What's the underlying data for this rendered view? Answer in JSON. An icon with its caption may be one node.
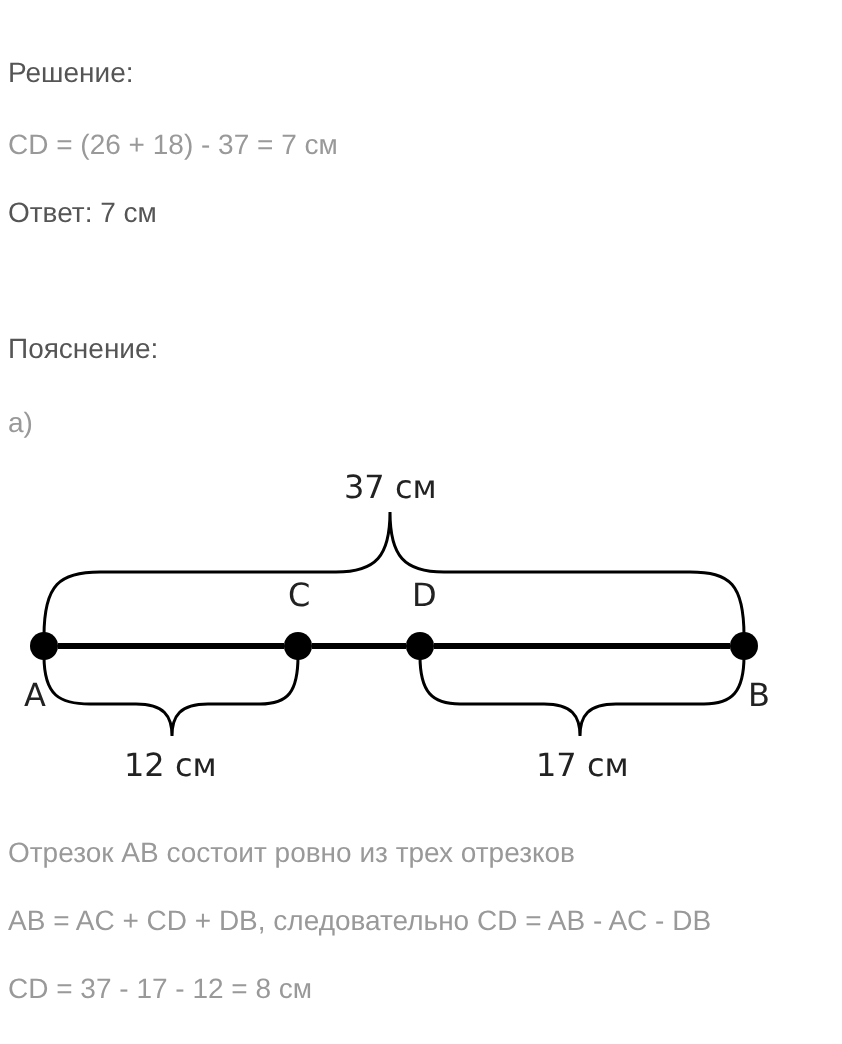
{
  "diagram": {
    "nodes": [
      {
        "text": [
          "A"
        ]
      },
      {
        "text": [
          "C"
        ]
      },
      {
        "text": [
          "D"
        ]
      },
      {
        "text": [
          "B"
        ]
      }
    ],
    "edges": [
      {
        "from": 0,
        "to": 1,
        "arrow": "none"
      },
      {
        "from": 1,
        "to": 2,
        "arrow": "none"
      },
      {
        "from": 2,
        "to": 3,
        "arrow": "none"
      }
    ],
    "labels": [
      "Решение:",
      "CD = (26 + 18) - 37 = 7 см",
      "Ответ: 7 см",
      "Пояснение:",
      "а)",
      "37 см",
      "12 см",
      "17 см",
      "Отрезок АВ состоит ровно из трех отрезков",
      "AB = AC + CD + DB, следовательно CD = AB - AC - DB",
      "CD = 37 - 17 - 12 = 8 см"
    ]
  }
}
